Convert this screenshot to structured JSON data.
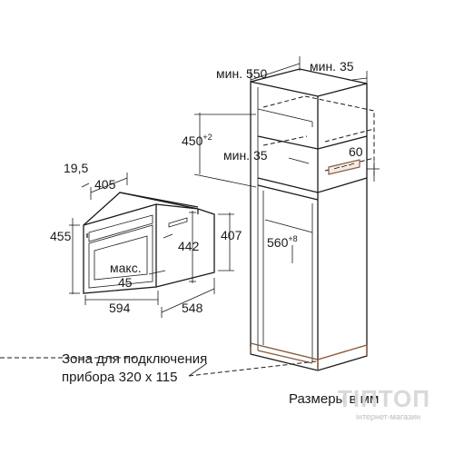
{
  "oven": {
    "depth_offset": "19,5",
    "top_depth": "405",
    "total_height": "455",
    "niche_height": "442",
    "side_height": "407",
    "front_offset_label": "макс.",
    "front_offset_value": "45",
    "width": "594",
    "depth": "548"
  },
  "cabinet": {
    "min_depth": "мин. 550",
    "min_top": "мин. 35",
    "height_above": "450",
    "height_above_sup": "+2",
    "min_gap": "мин. 35",
    "shelf_height": "60",
    "niche_width": "560",
    "niche_width_sup": "+8"
  },
  "notes": {
    "connection_line1": "Зона для подключения",
    "connection_line2": "прибора 320 x 115",
    "units": "Размеры в мм"
  },
  "watermark": {
    "brand": "ТІПТОП",
    "sub": "інтернет-магазин"
  }
}
